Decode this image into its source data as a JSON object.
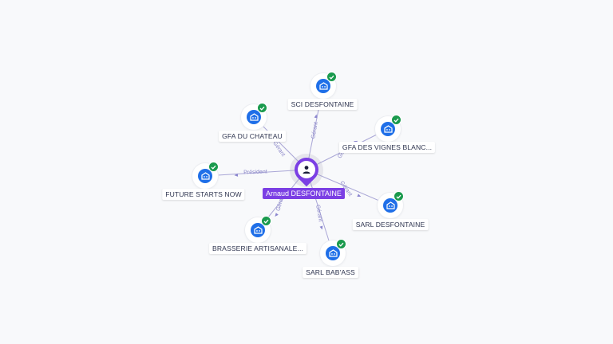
{
  "center": {
    "name": "Arnaud DESFONTAINE",
    "icon": "person-icon"
  },
  "entities": [
    {
      "id": "sci",
      "name": "SCI DESFONTAINE",
      "icon": "building-icon",
      "status": "check-icon",
      "role": "Gérant"
    },
    {
      "id": "gfa-chateau",
      "name": "GFA DU CHATEAU",
      "icon": "building-icon",
      "status": "check-icon",
      "role": "Gérant"
    },
    {
      "id": "gfa-vignes",
      "name": "GFA DES VIGNES BLANC...",
      "icon": "building-icon",
      "status": "check-icon",
      "role": "Gérant"
    },
    {
      "id": "future",
      "name": "FUTURE STARTS NOW",
      "icon": "building-icon",
      "status": "check-icon",
      "role": "Président"
    },
    {
      "id": "sarl-desf",
      "name": "SARL DESFONTAINE",
      "icon": "building-icon",
      "status": "check-icon",
      "role": "Gérant"
    },
    {
      "id": "brasserie",
      "name": "BRASSERIE ARTISANALE...",
      "icon": "building-icon",
      "status": "check-icon",
      "role": "Gérant"
    },
    {
      "id": "babass",
      "name": "SARL BAB'ASS",
      "icon": "building-icon",
      "status": "check-icon",
      "role": "Gérant"
    }
  ],
  "colors": {
    "accent": "#7b3fe4",
    "company": "#1f6fe8",
    "verified": "#1a9a4d",
    "edge": "#a9a6d6"
  }
}
